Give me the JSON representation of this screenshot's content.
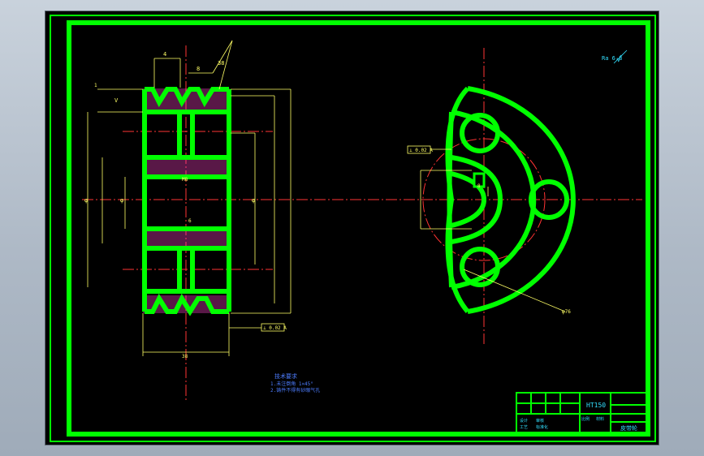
{
  "colors": {
    "background": "#000000",
    "outline": "#00ff00",
    "dimension": "#ffff66",
    "centerline": "#ff3333",
    "title_text": "#33e0ff",
    "notes": "#4d7dff"
  },
  "drawing": {
    "roughness_note": "Ra 6.3",
    "roughness_symbol": "√",
    "left_view_dims": {
      "top1": "4",
      "top2": "8",
      "top3": "38",
      "left_small": "1",
      "groove": "V",
      "center_note": "M8",
      "right_note": "6",
      "dim_a": "φ",
      "dim_b": "φ",
      "dim_c": "φ",
      "bottom": "38",
      "tolerance_box": "⊥ 0.02 A"
    },
    "right_view_dims": {
      "tolerance_box": "⊥ 0.02 A",
      "keyway": "8",
      "diameter": "φ76"
    },
    "notes": {
      "title": "技术要求",
      "line1": "1.未注倒角 1×45°",
      "line2": "2.铸件不得有砂眼气孔"
    }
  },
  "title_block": {
    "part_name": "皮带轮",
    "drawing_no": "HT150",
    "scale_label": "比例",
    "material_label": "材料",
    "row_labels": [
      "设计",
      "审核",
      "工艺",
      "标准化"
    ]
  }
}
